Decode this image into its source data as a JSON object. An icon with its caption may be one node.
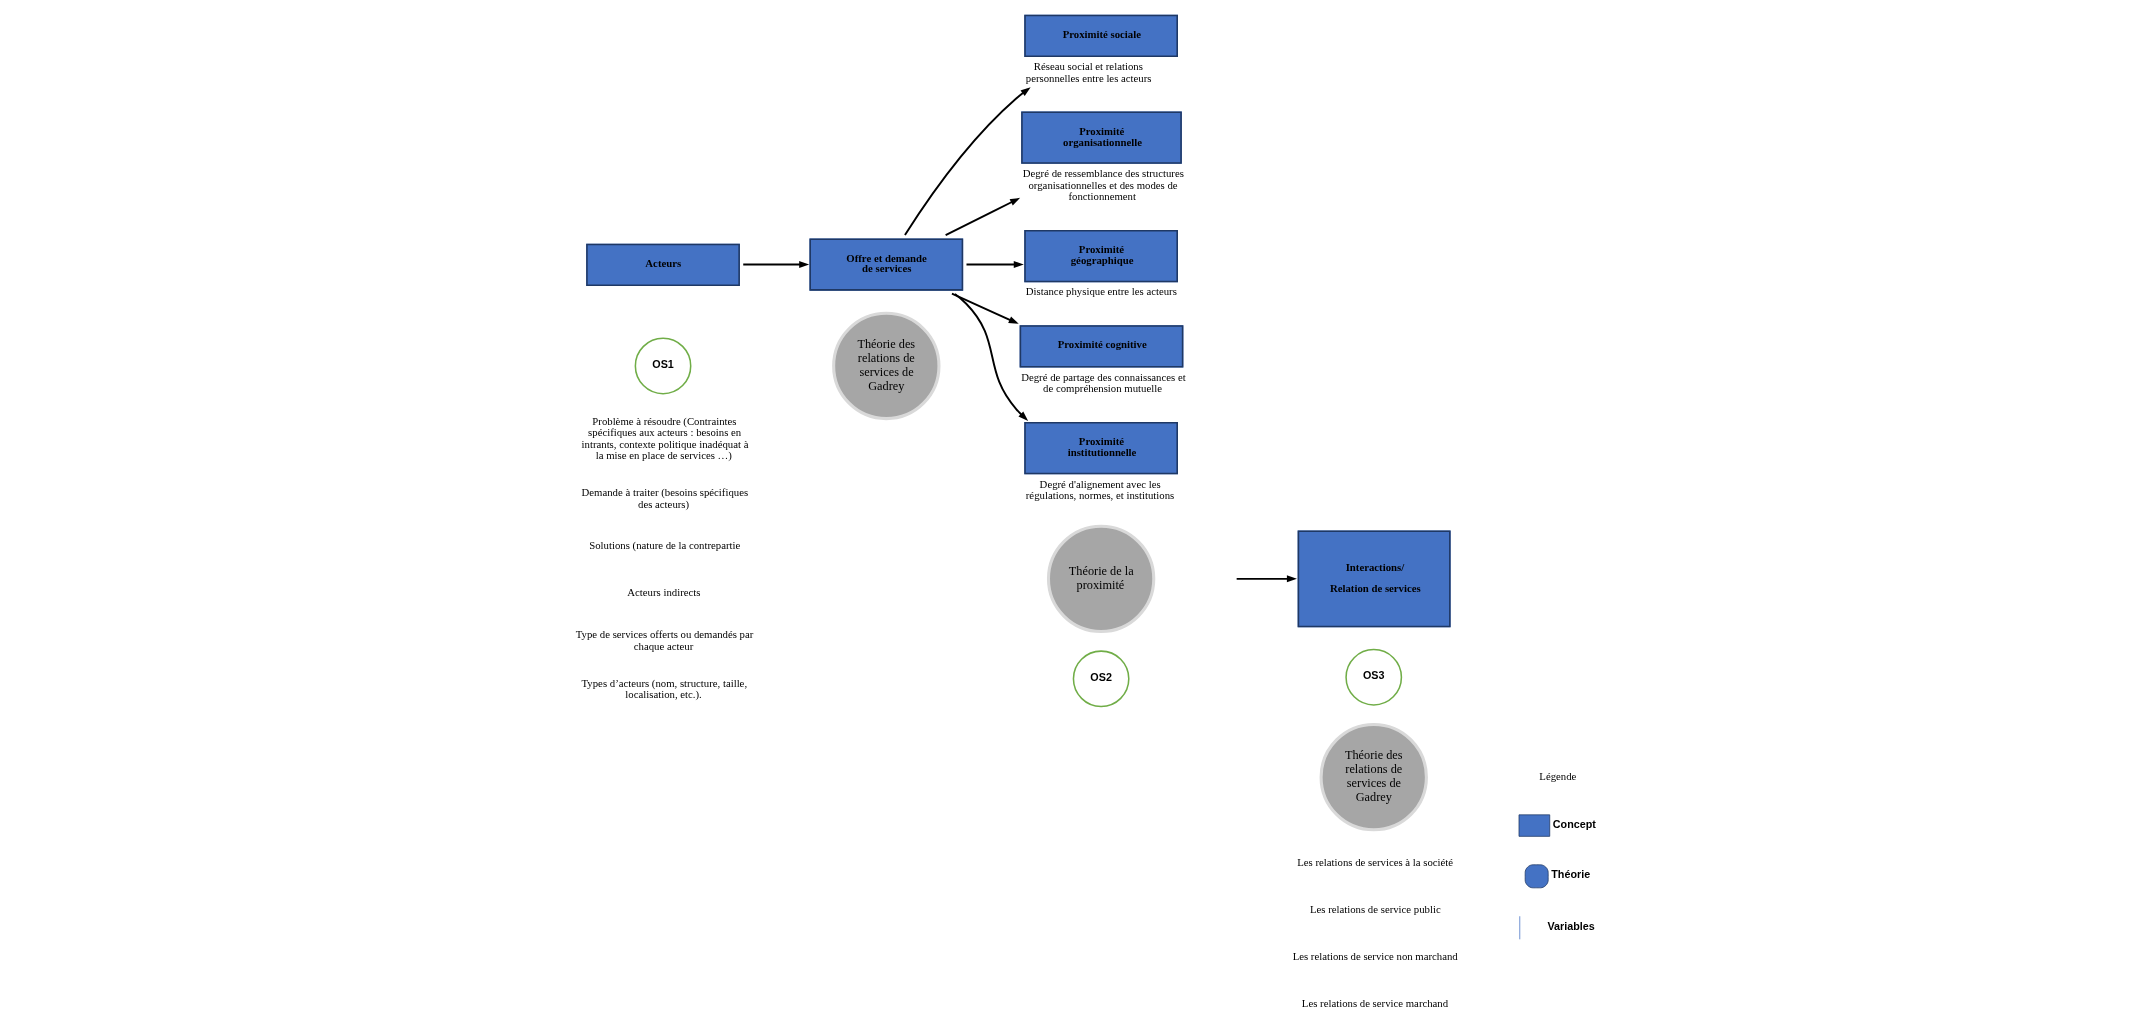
{
  "diagram": {
    "nodes": [
      {
        "text": [
          "Acteurs"
        ]
      },
      {
        "text": [
          "Offre et demande de services"
        ]
      },
      {
        "text": [
          "Théorie des relations de services de Gadrey"
        ]
      },
      {
        "text": [
          "OS1"
        ]
      },
      {
        "text": [
          "OS2"
        ]
      },
      {
        "text": [
          "Proximité sociale"
        ],
        "beside": [
          "Réseau social et relations personnelles entre les acteurs"
        ]
      },
      {
        "text": [
          "Théorie de la proximité"
        ]
      },
      {
        "text": [
          "Proximité organisationnelle"
        ],
        "beside": [
          "Degré de ressemblance des structures organisationnelles et des modes de fonctionnement"
        ]
      },
      {
        "text": [
          "Proximité géographique"
        ],
        "beside": [
          "Distance physique entre les acteurs"
        ]
      },
      {
        "text": [
          "Proximité cognitive"
        ],
        "beside": [
          "Degré de partage des connaissances et de compréhension mutuelle"
        ]
      },
      {
        "text": [
          "Proximité institutionnelle"
        ],
        "beside": [
          "Degré d'alignement avec les régulations, normes, et institutions"
        ]
      },
      {
        "text": [
          "Interactions/",
          "Relation de services"
        ]
      },
      {
        "text": [
          "Théorie des relations de services de Gadrey"
        ]
      },
      {
        "text": [
          "OS3"
        ]
      }
    ],
    "edges": [
      {
        "from": 0,
        "to": 1,
        "arrow": "to"
      },
      {
        "from": 1,
        "to": 5,
        "arrow": "to"
      },
      {
        "from": 1,
        "to": 7,
        "arrow": "to"
      },
      {
        "from": 1,
        "to": 8,
        "arrow": "to"
      },
      {
        "from": 1,
        "to": 9,
        "arrow": "to"
      },
      {
        "from": 1,
        "to": 10,
        "arrow": "to"
      },
      {
        "from": null,
        "to": 11,
        "arrow": "to"
      }
    ],
    "labels": [
      "Types d’acteurs (nom, structure, taille, localisation, etc.).",
      "Type de services offerts ou demandés par chaque acteur",
      "Acteurs indirects",
      "Les relations de service marchand",
      "Les relations de service non marchand",
      "Les relations de service public",
      "Les relations de services à la société",
      "Légende",
      "Problème à résoudre (Contraintes spécifiques aux acteurs : besoins en intrants, contexte politique inadéquat à la mise en place de services …)",
      "Demande à traiter (besoins spécifiques des acteurs)",
      "Solutions (nature de la contrepartie"
    ],
    "legend": [
      {
        "text": "Concept",
        "color": "#4472c4"
      },
      {
        "text": "Théorie",
        "color": "#4472c4"
      },
      {
        "text": "Variables"
      }
    ]
  }
}
